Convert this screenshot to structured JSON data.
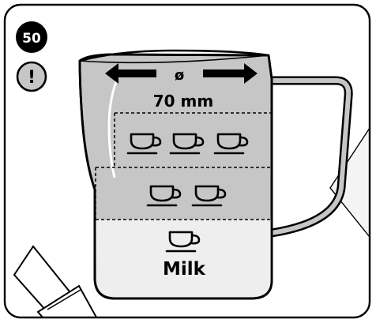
{
  "step": {
    "number": "50"
  },
  "warning": {
    "symbol": "!",
    "icon": "exclamation-icon"
  },
  "jug": {
    "diameter_symbol": "ø",
    "diameter_value": "70 mm",
    "milk_label": "Milk"
  },
  "cups": {
    "upper_row_count": 3,
    "lower_row_count": 2,
    "milk_section_count": 1
  },
  "colors": {
    "frame": "#000000",
    "jug_fill": "#c6c6c6",
    "milk_fill": "#eeeeee",
    "background": "#ffffff",
    "arrow": "#000000"
  }
}
